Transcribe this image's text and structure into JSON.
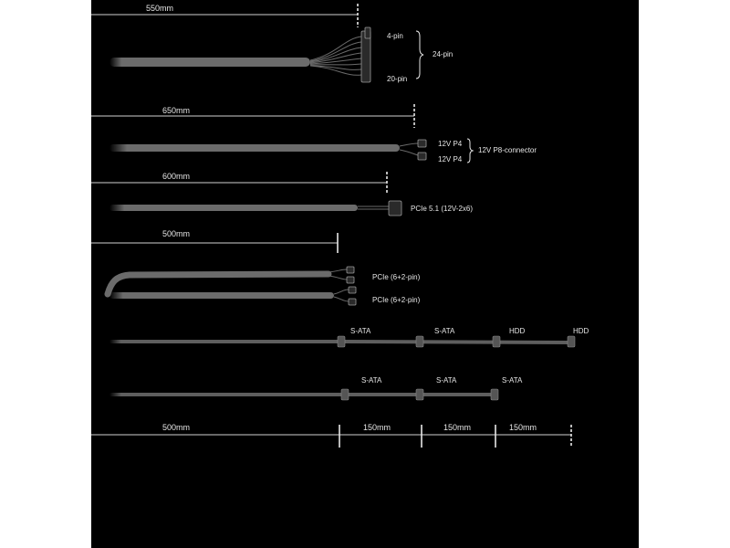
{
  "measures": {
    "m550": "550mm",
    "m650": "650mm",
    "m600": "600mm",
    "m500_top": "500mm",
    "m500_bottom": "500mm",
    "m150_a": "150mm",
    "m150_b": "150mm",
    "m150_c": "150mm"
  },
  "atx": {
    "top": "4-pin",
    "bottom": "20-pin",
    "group": "24-pin"
  },
  "cpu": {
    "a": "12V P4",
    "b": "12V P4",
    "group": "12V P8-connector"
  },
  "pcie5": {
    "label": "PCIe 5.1 (12V-2x6)"
  },
  "pcie": {
    "a": "PCIe (6+2-pin)",
    "b": "PCIe (6+2-pin)"
  },
  "sata1": {
    "c1": "S-ATA",
    "c2": "S-ATA",
    "c3": "HDD",
    "c4": "HDD"
  },
  "sata2": {
    "c1": "S-ATA",
    "c2": "S-ATA",
    "c3": "S-ATA"
  },
  "colors": {
    "background": "#000000",
    "cable": "#6b6b6b",
    "text": "#e6e6e6"
  }
}
